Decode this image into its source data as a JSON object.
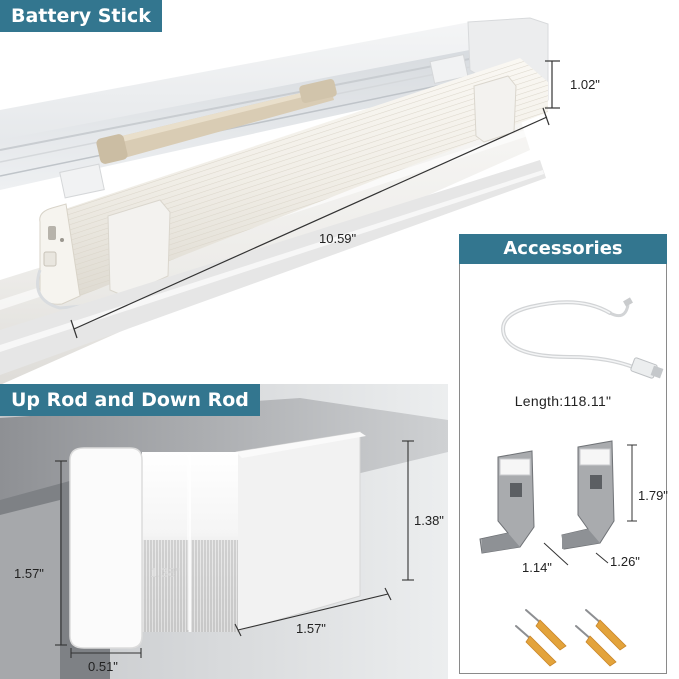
{
  "battery_stick": {
    "title": "Battery Stick",
    "dim_height": "1.02\"",
    "dim_length": "10.59\""
  },
  "rods": {
    "title": "Up Rod and Down Rod",
    "dim_side_height": "1.57\"",
    "dim_inner_height": "1.38\"",
    "dim_right_height": "1.38\"",
    "dim_thickness": "0.51\"",
    "dim_depth": "1.57\""
  },
  "accessories": {
    "title": "Accessories",
    "cable_length": "Length:118.11\"",
    "bracket_height": "1.79\"",
    "bracket_width_left": "1.14\"",
    "bracket_width_right": "1.26\""
  },
  "colors": {
    "banner": "#33768f",
    "frame_border": "#8a8a8a",
    "screw_anchor": "#e3a33b"
  }
}
